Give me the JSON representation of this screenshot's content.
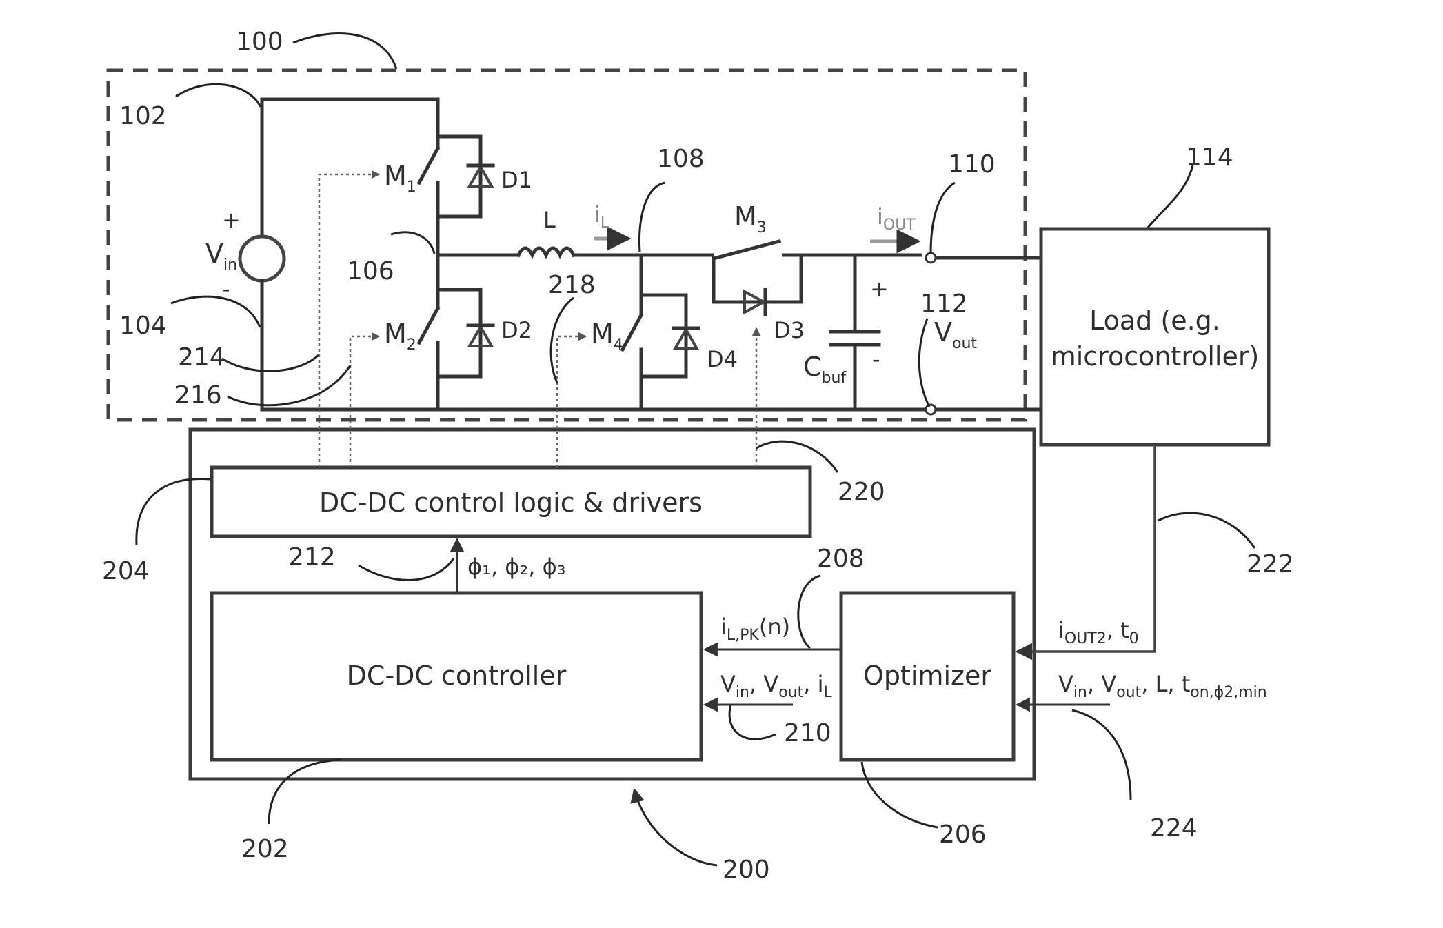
{
  "refs": {
    "r100": "100",
    "r102": "102",
    "r104": "104",
    "r106": "106",
    "r108": "108",
    "r110": "110",
    "r112": "112",
    "r114": "114",
    "r200": "200",
    "r202": "202",
    "r204": "204",
    "r206": "206",
    "r208": "208",
    "r210": "210",
    "r212": "212",
    "r214": "214",
    "r216": "216",
    "r218": "218",
    "r220": "220",
    "r222": "222",
    "r224": "224"
  },
  "components": {
    "M1": "M",
    "M1_sub": "1",
    "M2": "M",
    "M2_sub": "2",
    "M3": "M",
    "M3_sub": "3",
    "M4": "M",
    "M4_sub": "4",
    "D1": "D1",
    "D2": "D2",
    "D3": "D3",
    "D4": "D4",
    "L": "L",
    "iL": "i",
    "iL_sub": "L",
    "iOUT": "i",
    "iOUT_sub": "OUT",
    "Vin": "V",
    "Vin_sub": "in",
    "Vout": "V",
    "Vout_sub": "out",
    "Cbuf": "C",
    "Cbuf_sub": "buf",
    "plus": "+",
    "minus": "-"
  },
  "blocks": {
    "load_line1": "Load (e.g.",
    "load_line2": "microcontroller)",
    "logic": "DC-DC control logic & drivers",
    "controller": "DC-DC controller",
    "optimizer": "Optimizer"
  },
  "signals": {
    "phases": "ϕ₁, ϕ₂, ϕ₃",
    "ilpk_main": "i",
    "ilpk_sub": "L,PK",
    "ilpk_tail": "(n)",
    "meas_v1": "V",
    "meas_v1_sub": "in",
    "meas_sep1": ", ",
    "meas_v2": "V",
    "meas_v2_sub": "out",
    "meas_sep2": ", ",
    "meas_i": "i",
    "meas_i_sub": "L",
    "iout2_main": "i",
    "iout2_sub": "OUT2",
    "iout2_tail": ", t",
    "iout2_t_sub": "0",
    "params_v1": "V",
    "params_v1_sub": "in",
    "params_sep1": ", ",
    "params_v2": "V",
    "params_v2_sub": "out",
    "params_sep2": ", L, ",
    "params_t": "t",
    "params_t_sub": "on,ϕ2,min"
  },
  "colors": {
    "line": "#333333",
    "text": "#2e2e2e",
    "dashed_boundary": "#444444",
    "arrow_fill": "#888888"
  }
}
